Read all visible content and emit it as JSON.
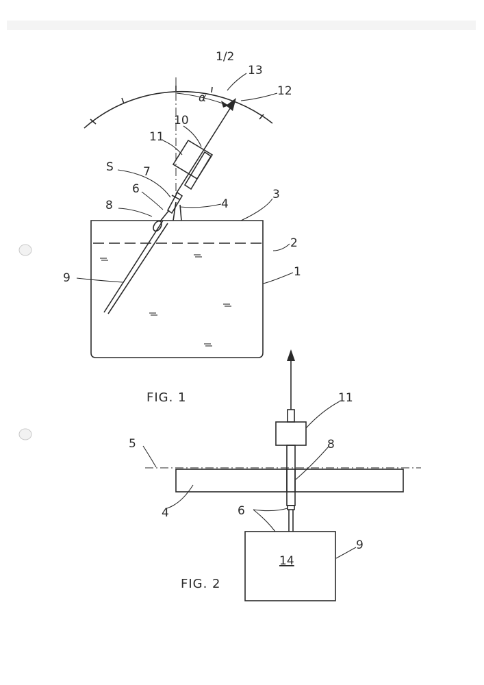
{
  "sheet": {
    "page_number": "1/2"
  },
  "fig1": {
    "caption": "FIG. 1",
    "angle_symbol": "α",
    "labels": {
      "l1": "1",
      "l2": "2",
      "l3": "3",
      "l4": "4",
      "l6": "6",
      "l7": "7",
      "l8": "8",
      "l9": "9",
      "l10": "10",
      "l11": "11",
      "l12": "12",
      "l13": "13",
      "lS": "S"
    }
  },
  "fig2": {
    "caption": "FIG. 2",
    "labels": {
      "l4": "4",
      "l5": "5",
      "l6": "6",
      "l8": "8",
      "l9": "9",
      "l11": "11",
      "l14": "14"
    }
  }
}
